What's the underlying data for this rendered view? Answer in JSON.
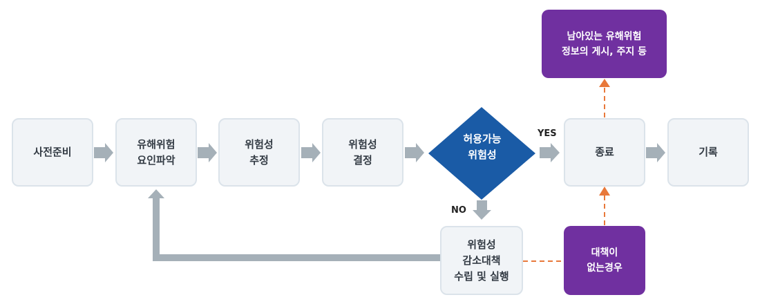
{
  "diagram": {
    "colors": {
      "box_fill": "#f1f4f7",
      "box_border": "#dbe3ea",
      "arrow_gray": "#a5b0b8",
      "decision_blue": "#1a5ba6",
      "purple": "#7030a0",
      "dashed_orange": "#e8783a"
    },
    "steps": [
      {
        "id": "prep",
        "label": "사전준비"
      },
      {
        "id": "identify",
        "label": "유해위험\n요인파악"
      },
      {
        "id": "estimate",
        "label": "위험성\n추정"
      },
      {
        "id": "determine",
        "label": "위험성\n결정"
      },
      {
        "id": "end",
        "label": "종료"
      },
      {
        "id": "record",
        "label": "기록"
      }
    ],
    "decision": {
      "label": "허용가능\n위험성"
    },
    "branch_labels": {
      "yes": "YES",
      "no": "NO"
    },
    "reduction": {
      "label": "위험성\n감소대책\n수립 및 실행"
    },
    "residual_info": {
      "label": "남아있는 유해위험\n정보의 게시, 주지 등"
    },
    "no_measure": {
      "label": "대책이\n없는경우"
    }
  }
}
